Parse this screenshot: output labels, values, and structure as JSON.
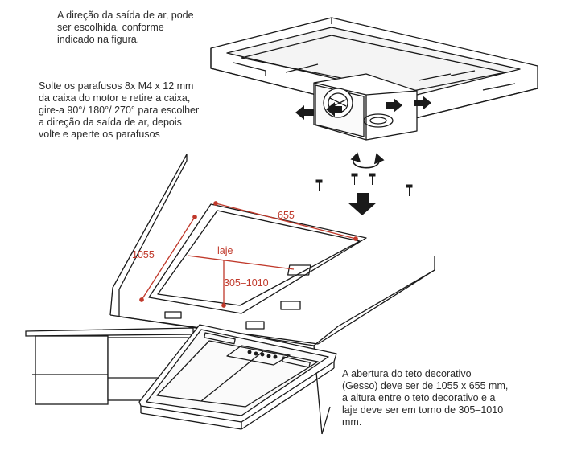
{
  "notes": {
    "direction": [
      "A direção da saída de ar, pode",
      "ser escolhida, conforme",
      "indicado na figura."
    ],
    "screws": [
      "Solte os parafusos 8x M4 x 12 mm",
      "da caixa do motor e retire a caixa,",
      "gire-a 90°/ 180°/ 270° para escolher",
      "a direção da saída de ar, depois",
      "volte e aperte os parafusos"
    ],
    "ceiling_opening": [
      "A abertura do teto decorativo",
      "(Gesso) deve ser de 1055 x 655 mm,",
      "a altura entre o teto decorativo e a",
      "laje deve ser em torno de 305–1010",
      "mm."
    ]
  },
  "dimensions": {
    "width": "655",
    "depth": "1055",
    "slab_label": "laje",
    "height_range": "305–1010"
  },
  "colors": {
    "line": "#1a1a1a",
    "dimension": "#c0392b",
    "fill_light": "#f2f2f2"
  }
}
